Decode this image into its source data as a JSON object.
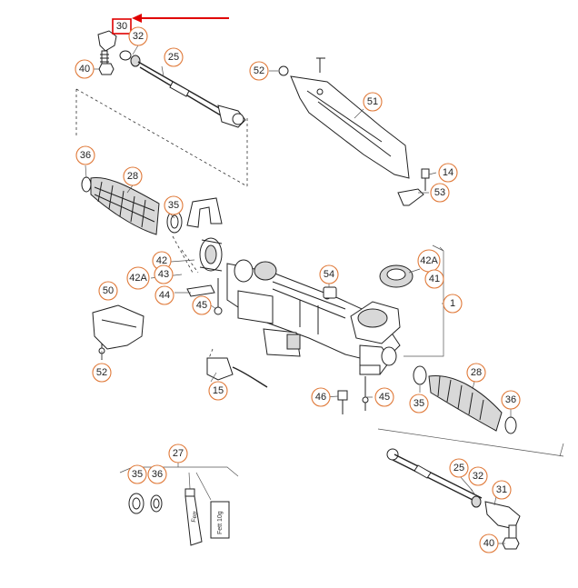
{
  "callouts": {
    "c30": "30",
    "c32a": "32",
    "c40a": "40",
    "c25a": "25",
    "c52a": "52",
    "c51": "51",
    "c14": "14",
    "c53": "53",
    "c36a": "36",
    "c28a": "28",
    "c35a": "35",
    "c42": "42",
    "c42a_left": "42A",
    "c43": "43",
    "c44": "44",
    "c45a": "45",
    "c54": "54",
    "c42a_right": "42A",
    "c41": "41",
    "c1": "1",
    "c50": "50",
    "c52b": "52",
    "c15": "15",
    "c46": "46",
    "c45b": "45",
    "c35b": "35",
    "c28b": "28",
    "c36b": "36",
    "c27": "27",
    "c35c": "35",
    "c36c": "36",
    "c25b": "25",
    "c32b": "32",
    "c31": "31",
    "c40b": "40"
  },
  "labels": {
    "tube_label": "Fett 10g",
    "grease_label": "Fett"
  },
  "colors": {
    "callout_ring": "#e07a3a",
    "highlight": "#e00000"
  }
}
